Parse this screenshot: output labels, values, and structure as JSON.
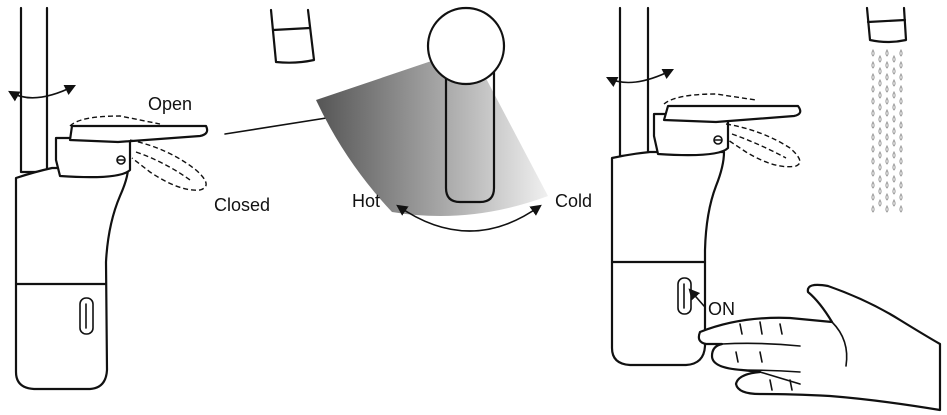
{
  "labels": {
    "open": "Open",
    "closed": "Closed",
    "hot": "Hot",
    "cold": "Cold",
    "on": "ON"
  },
  "colors": {
    "ink": "#111111",
    "hot_shade": "#555555",
    "cold_shade": "#f0f0f0",
    "handle_fill": "#c8c8c8"
  }
}
